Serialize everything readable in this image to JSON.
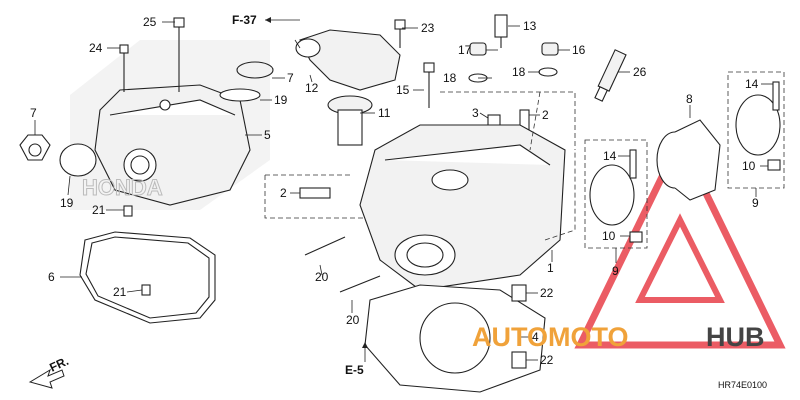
{
  "callouts": {
    "c1": "1",
    "c2a": "2",
    "c2b": "2",
    "c3": "3",
    "c4": "4",
    "c5": "5",
    "c6": "6",
    "c7a": "7",
    "c7b": "7",
    "c8": "8",
    "c9a": "9",
    "c9b": "9",
    "c10a": "10",
    "c10b": "10",
    "c11": "11",
    "c12": "12",
    "c13": "13",
    "c14a": "14",
    "c14b": "14",
    "c15": "15",
    "c16": "16",
    "c17": "17",
    "c18a": "18",
    "c18b": "18",
    "c19a": "19",
    "c19b": "19",
    "c20a": "20",
    "c20b": "20",
    "c21a": "21",
    "c21b": "21",
    "c22a": "22",
    "c22b": "22",
    "c23": "23",
    "c24": "24",
    "c25": "25",
    "c26": "26"
  },
  "references": {
    "f37": "F-37",
    "e5": "E-5",
    "fr": "FR."
  },
  "watermark": {
    "word1": "AUTOMOTO",
    "word2": "HUB",
    "accent": "#e8404a",
    "accent2": "#f0a23a",
    "dark": "#444444"
  },
  "cover_brand": "HONDA",
  "diagram_code": "HR74E0100"
}
